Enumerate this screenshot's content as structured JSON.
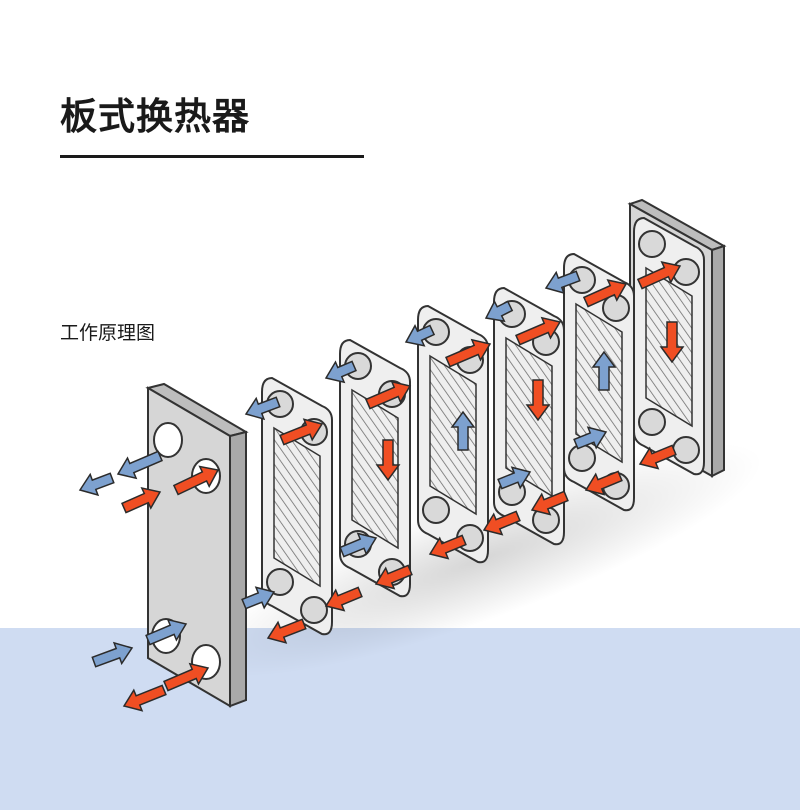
{
  "title": "板式换热器",
  "subtitle": "工作原理图",
  "colors": {
    "hot_flow": "#f04e23",
    "cold_flow": "#7da1cf",
    "frame_plate": "#d6d6d6",
    "plate_body": "#efefef",
    "floor": "#cfdcf2",
    "outline": "#333333"
  },
  "diagram": {
    "end_plates": [
      "fixed-frame-plate",
      "pressure-plate"
    ],
    "heat_transfer_plate_count": 6,
    "flow_icons": [
      "hot-flow-arrow-icon",
      "cold-flow-arrow-icon"
    ]
  }
}
